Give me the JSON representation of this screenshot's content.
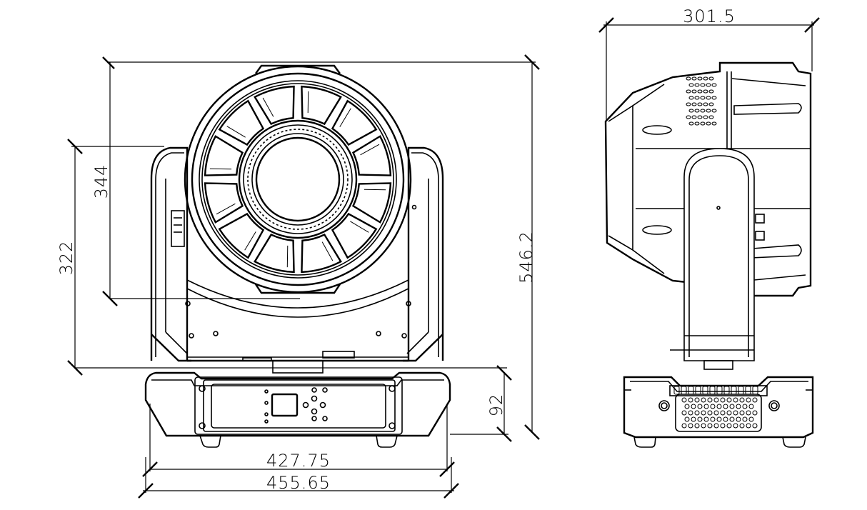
{
  "drawing": {
    "front_view": {
      "dimensions": {
        "overall_height": "546.2",
        "head_height": "344",
        "arm_height": "322",
        "base_height": "92",
        "base_width_inner": "427.75",
        "base_width_outer": "455.65"
      },
      "led_count": 12
    },
    "side_view": {
      "dimensions": {
        "depth": "301.5"
      }
    }
  }
}
